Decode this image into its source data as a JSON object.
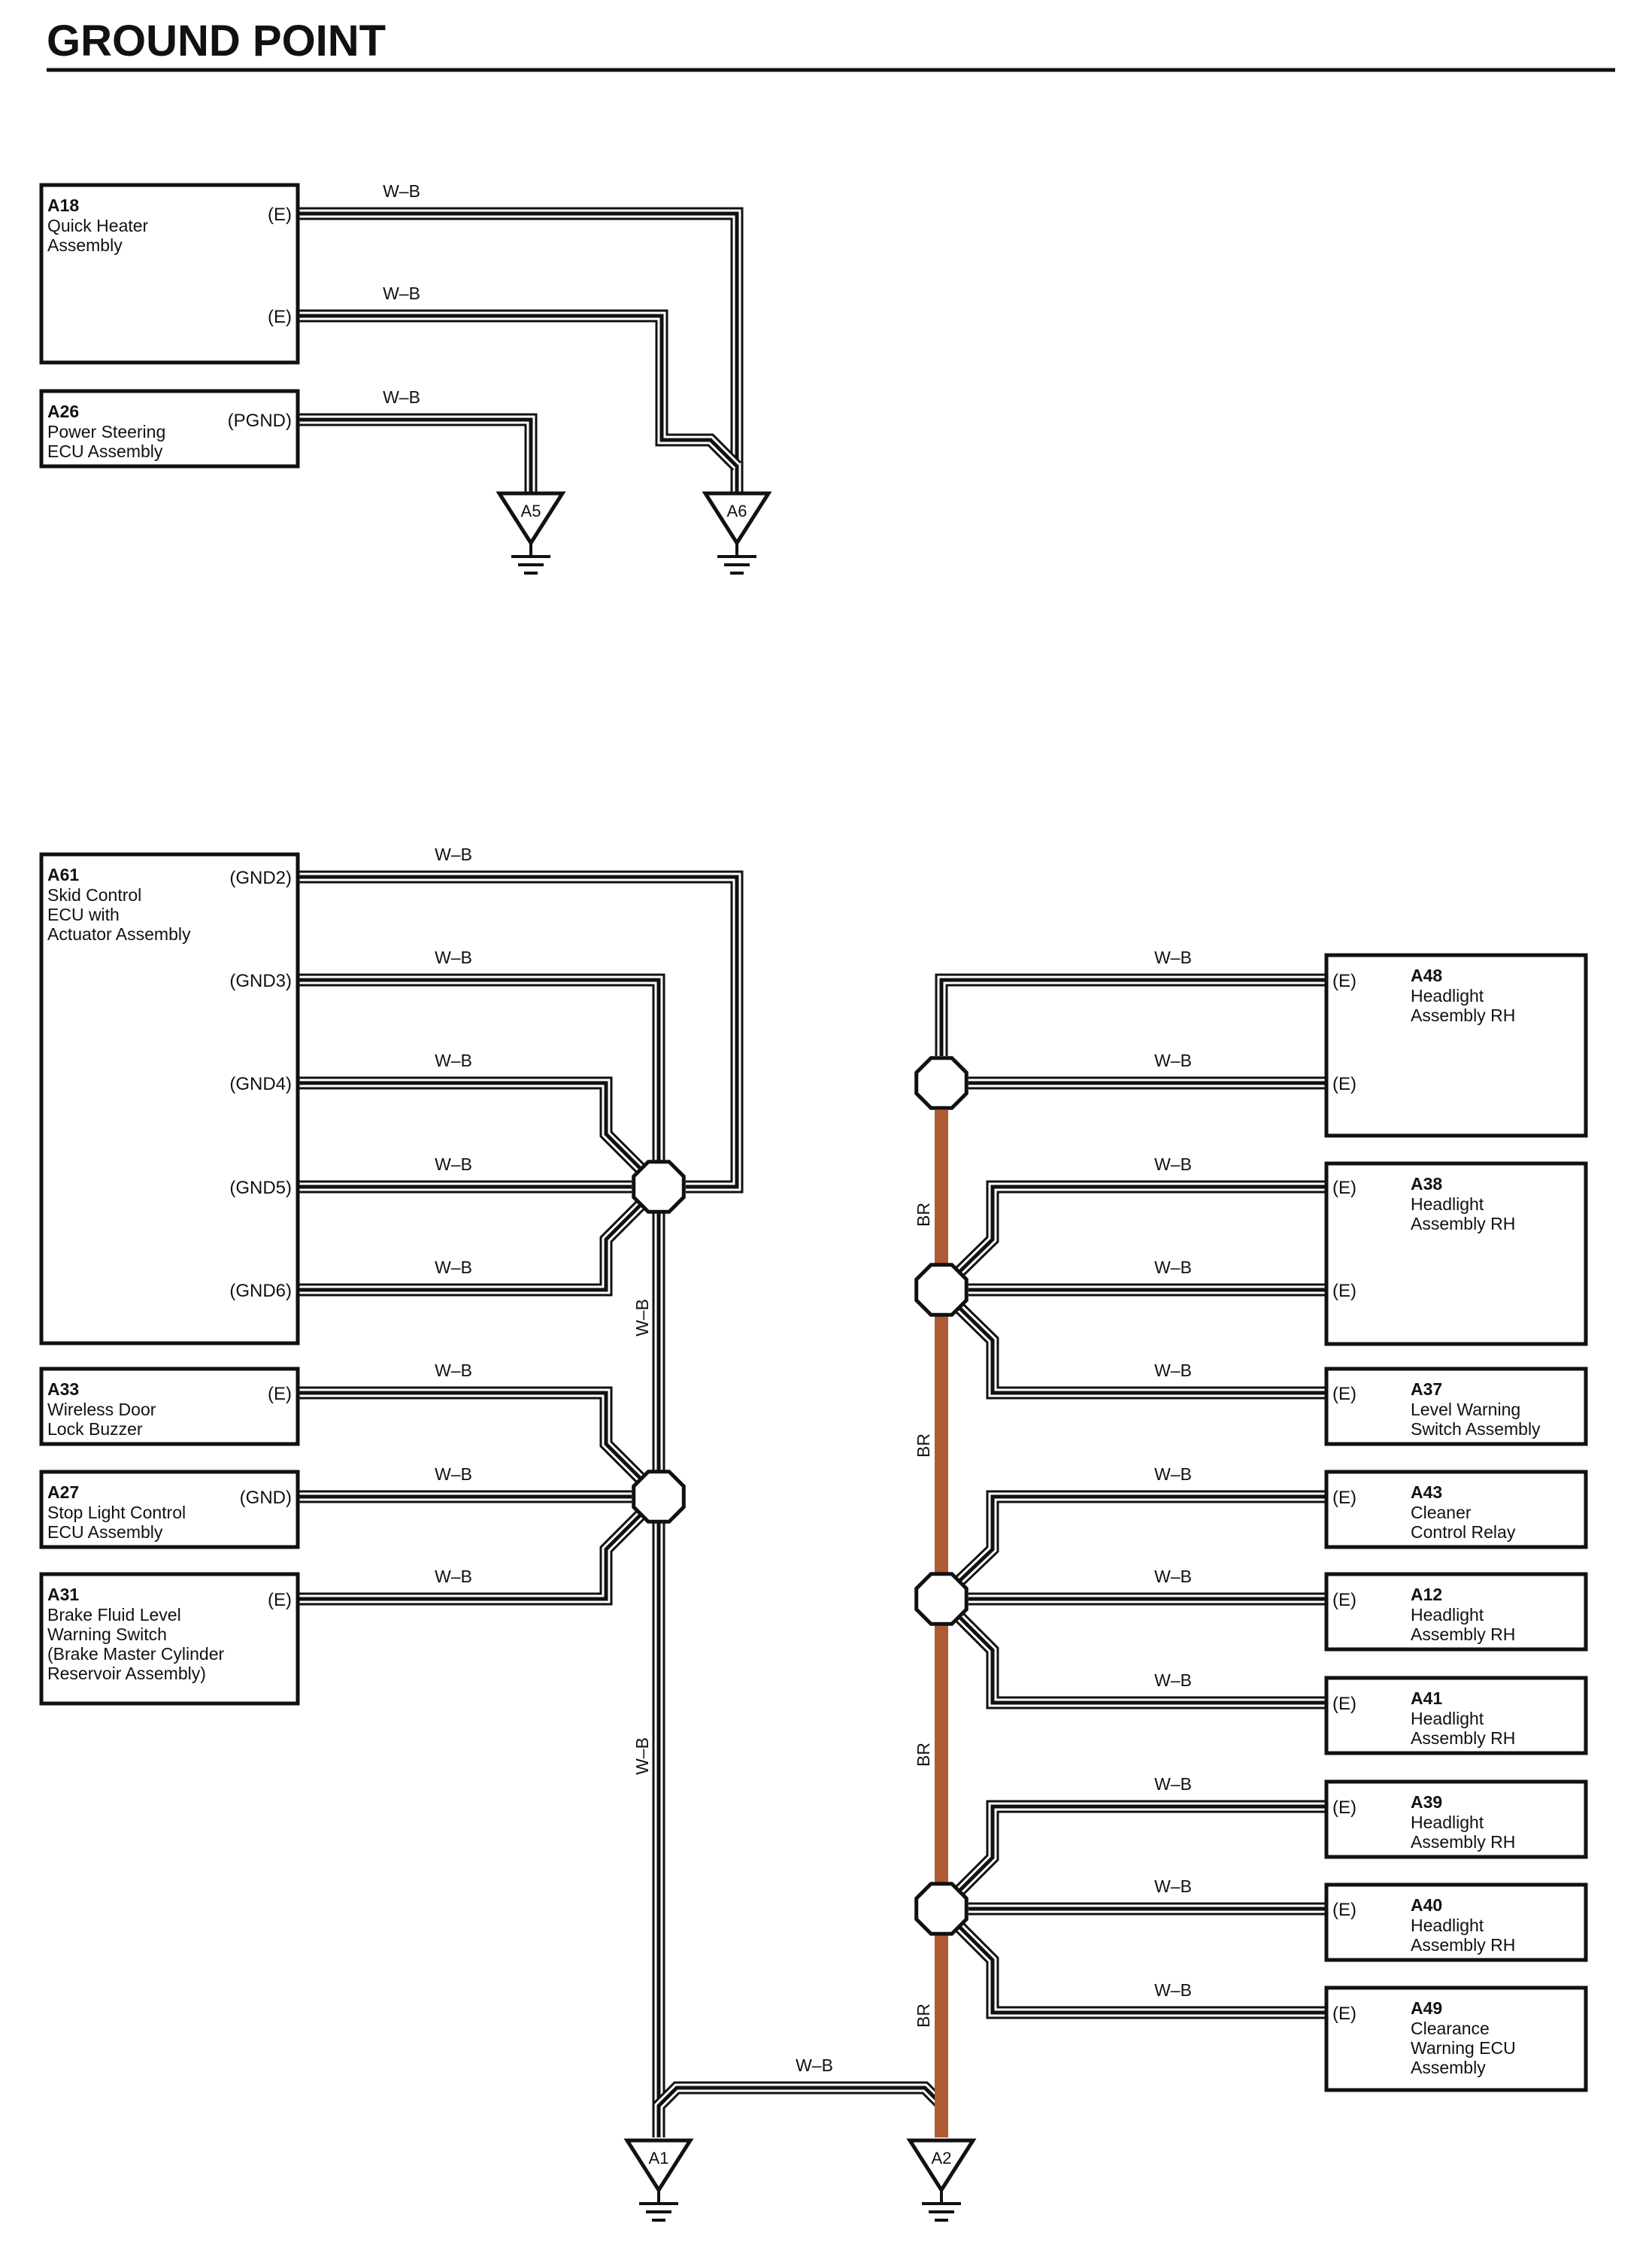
{
  "title": "GROUND POINT",
  "colors": {
    "ink": "#111111",
    "br_wire": "#b05a36",
    "background": "#ffffff"
  },
  "wire_colors": {
    "wb": "W–B",
    "br": "BR"
  },
  "grounds": [
    {
      "id": "A5",
      "label": "A5"
    },
    {
      "id": "A6",
      "label": "A6"
    },
    {
      "id": "A1",
      "label": "A1"
    },
    {
      "id": "A2",
      "label": "A2"
    }
  ],
  "components": [
    {
      "id": "A18",
      "code": "A18",
      "name": [
        "Quick Heater",
        "Assembly"
      ],
      "pins": [
        "(E)",
        "(E)"
      ]
    },
    {
      "id": "A26",
      "code": "A26",
      "name": [
        "Power Steering",
        "ECU Assembly"
      ],
      "pins": [
        "(PGND)"
      ]
    },
    {
      "id": "A61",
      "code": "A61",
      "name": [
        "Skid Control",
        "ECU with",
        "Actuator Assembly"
      ],
      "pins": [
        "(GND2)",
        "(GND3)",
        "(GND4)",
        "(GND5)",
        "(GND6)"
      ]
    },
    {
      "id": "A33",
      "code": "A33",
      "name": [
        "Wireless Door",
        "Lock Buzzer"
      ],
      "pins": [
        "(E)"
      ]
    },
    {
      "id": "A27",
      "code": "A27",
      "name": [
        "Stop Light Control",
        "ECU Assembly"
      ],
      "pins": [
        "(GND)"
      ]
    },
    {
      "id": "A31",
      "code": "A31",
      "name": [
        "Brake Fluid Level",
        "Warning Switch",
        "(Brake Master Cylinder",
        " Reservoir Assembly)"
      ],
      "pins": [
        "(E)"
      ]
    },
    {
      "id": "A48",
      "code": "A48",
      "name": [
        "Headlight",
        "Assembly RH"
      ],
      "pins": [
        "(E)",
        "(E)"
      ]
    },
    {
      "id": "A38",
      "code": "A38",
      "name": [
        "Headlight",
        "Assembly RH"
      ],
      "pins": [
        "(E)",
        "(E)"
      ]
    },
    {
      "id": "A37",
      "code": "A37",
      "name": [
        "Level Warning",
        "Switch Assembly"
      ],
      "pins": [
        "(E)"
      ]
    },
    {
      "id": "A43",
      "code": "A43",
      "name": [
        "Cleaner",
        "Control Relay"
      ],
      "pins": [
        "(E)"
      ]
    },
    {
      "id": "A12",
      "code": "A12",
      "name": [
        "Headlight",
        "Assembly RH"
      ],
      "pins": [
        "(E)"
      ]
    },
    {
      "id": "A41",
      "code": "A41",
      "name": [
        "Headlight",
        "Assembly RH"
      ],
      "pins": [
        "(E)"
      ]
    },
    {
      "id": "A39",
      "code": "A39",
      "name": [
        "Headlight",
        "Assembly RH"
      ],
      "pins": [
        "(E)"
      ]
    },
    {
      "id": "A40",
      "code": "A40",
      "name": [
        "Headlight",
        "Assembly RH"
      ],
      "pins": [
        "(E)"
      ]
    },
    {
      "id": "A49",
      "code": "A49",
      "name": [
        "Clearance",
        "Warning ECU",
        "Assembly"
      ],
      "pins": [
        "(E)"
      ]
    }
  ]
}
